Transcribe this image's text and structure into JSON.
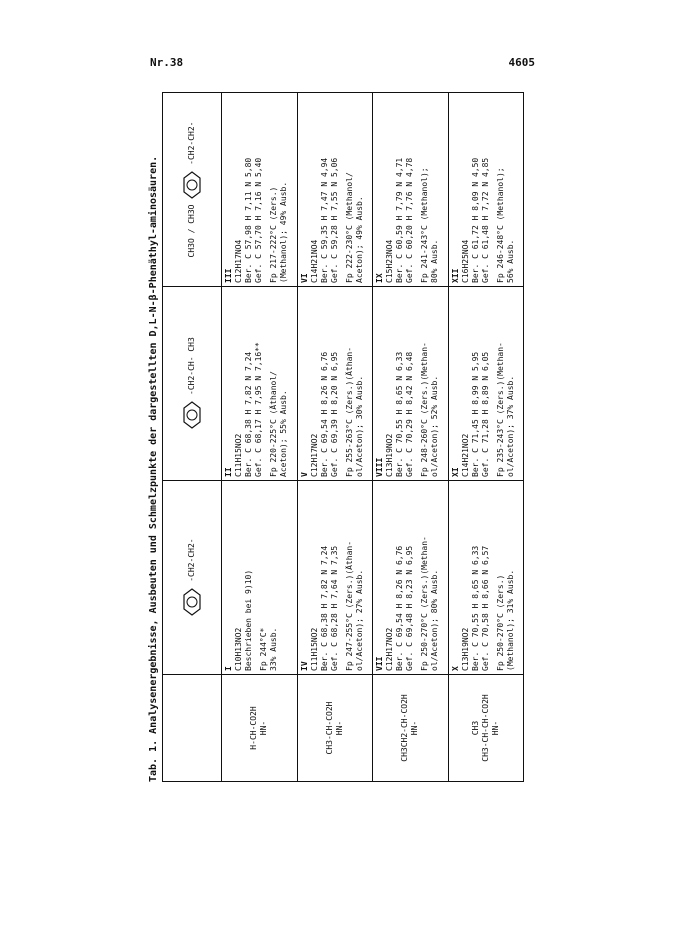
{
  "header": {
    "left": "Nr.38",
    "right": "4605"
  },
  "caption": "Tab. 1. Analysenergebnisse, Ausbeuten und Schmelzpunkte der dargestellten D,L-N-β-Phenäthyl-aminosäuren.",
  "columns": [
    {
      "label": "-CH2-CH2-"
    },
    {
      "label": "-CH2-CH-",
      "sub": "CH3"
    },
    {
      "label": "-CH2-CH2-",
      "prefix": "CH3O / CH3O"
    }
  ],
  "rows": [
    {
      "head": "H-CH-CO2H / HN-",
      "cells": [
        {
          "num": "I",
          "lines": [
            "C10H13NO2",
            "Beschrieben bei 9)10)",
            "",
            "Fp 244°C*",
            "33% Ausb."
          ]
        },
        {
          "num": "II",
          "lines": [
            "C11H15NO2",
            "Ber. C 68,38 H 7,82 N 7,24",
            "Gef. C 68,17 H 7,95 N 7,16**",
            "",
            "Fp 220-225°C (Äthanol/",
            "Aceton); 55% Ausb."
          ]
        },
        {
          "num": "III",
          "lines": [
            "C12H17NO4",
            "Ber. C 57,98 H 7,11 N 5,80",
            "Gef. C 57,70 H 7,16 N 5,40",
            "",
            "Fp 217-222°C (Zers.)",
            "(Methanol); 49% Ausb."
          ]
        }
      ]
    },
    {
      "head": "CH3-CH-CO2H / HN-",
      "cells": [
        {
          "num": "IV",
          "lines": [
            "C11H15NO2",
            "Ber. C 68,38 H 7,82 N 7,24",
            "Gef. C 68,28 H 7,64 N 7,35",
            "",
            "Fp 247-255°C (Zers.)(Äthan-",
            "ol/Aceton); 27% Ausb."
          ]
        },
        {
          "num": "V",
          "lines": [
            "C12H17NO2",
            "Ber. C 69,54 H 8,26 N 6,76",
            "Gef. C 69,39 H 8,20 N 6,95",
            "",
            "Fp 255-263°C (Zers.)(Äthan-",
            "ol/Aceton); 30% Ausb."
          ]
        },
        {
          "num": "VI",
          "lines": [
            "C14H21NO4",
            "Ber. C 59,35 H 7,47 N 4,94",
            "Gef. C 59,28 H 7,55 N 5,06",
            "",
            "Fp 222-230°C (Methanol/",
            "Aceton); 49% Ausb."
          ]
        }
      ]
    },
    {
      "head": "CH3CH2-CH-CO2H / HN-",
      "cells": [
        {
          "num": "VII",
          "lines": [
            "C12H17NO2",
            "Ber. C 69,54 H 8,26 N 6,76",
            "Gef. C 69,48 H 8,23 N 6,95",
            "",
            "Fp 250-270°C (Zers.)(Methan-",
            "ol/Aceton); 80% Ausb."
          ]
        },
        {
          "num": "VIII",
          "lines": [
            "C13H19NO2",
            "Ber. C 70,55 H 8,65 N 6,33",
            "Gef. C 70,29 H 8,42 N 6,48",
            "",
            "Fp 248-260°C (Zers.)(Methan-",
            "ol/Aceton); 52% Ausb."
          ]
        },
        {
          "num": "IX",
          "lines": [
            "C15H23NO4",
            "Ber. C 60,59 H 7,79 N 4,71",
            "Gef. C 60,20 H 7,76 N 4,78",
            "",
            "Fp 241-243°C (Methanol);",
            "80% Ausb."
          ]
        }
      ]
    },
    {
      "head": "CH3 / CH3-CH-CH-CO2H / HN-",
      "cells": [
        {
          "num": "X",
          "lines": [
            "C13H19NO2",
            "Ber. C 70,55 H 8,65 N 6,33",
            "Gef. C 70,58 H 8,66 N 6,57",
            "",
            "Fp 250-270°C (Zers.)",
            "(Methanol); 31% Ausb."
          ]
        },
        {
          "num": "XI",
          "lines": [
            "C14H21NO2",
            "Ber. C 71,45 H 8,99 N 5,95",
            "Gef. C 71,28 H 8,89 N 6,05",
            "",
            "Fp 235-243°C (Zers.)(Methan-",
            "ol/Aceton); 37% Ausb."
          ]
        },
        {
          "num": "XII",
          "lines": [
            "C16H25NO4",
            "Ber. C 61,72 H 8,09 N 4,50",
            "Gef. C 61,48 H 7,72 N 4,85",
            "",
            "Fp 246-248°C (Methanol);",
            "56% Ausb."
          ]
        }
      ]
    }
  ]
}
